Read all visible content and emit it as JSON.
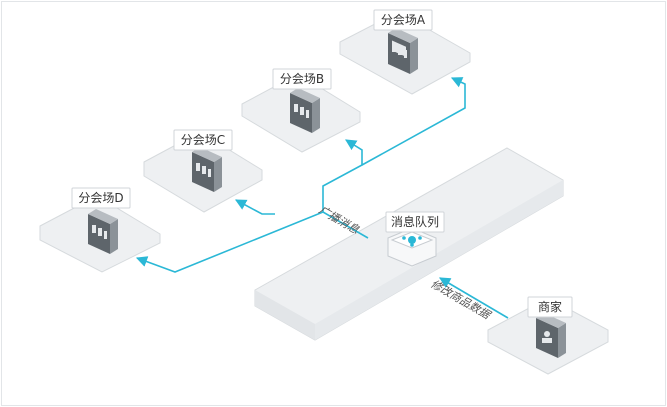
{
  "nodes": {
    "venue_a": {
      "label": "分会场A"
    },
    "venue_b": {
      "label": "分会场B"
    },
    "venue_c": {
      "label": "分会场C"
    },
    "venue_d": {
      "label": "分会场D"
    },
    "queue": {
      "label": "消息队列"
    },
    "merchant": {
      "label": "商家"
    }
  },
  "edges": {
    "broadcast": {
      "label": "广播消息"
    },
    "modify": {
      "label": "修改商品数据"
    }
  },
  "colors": {
    "line": "#2bb8d6",
    "platform_fill": "#eef0f2",
    "platform_edge": "#d6dadd",
    "server": "#6b7278"
  }
}
